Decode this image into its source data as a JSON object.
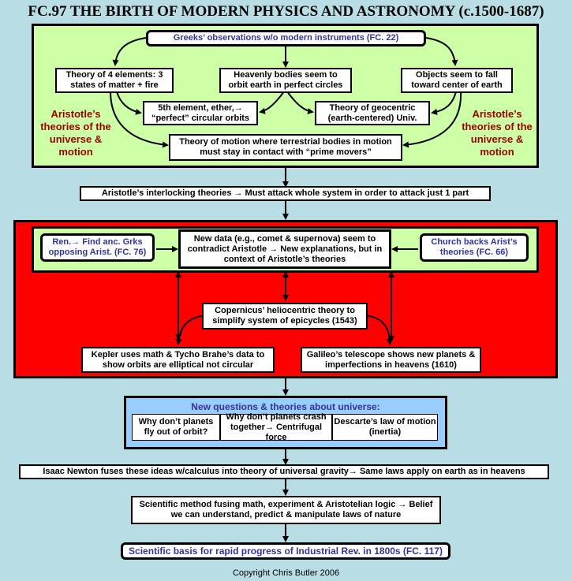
{
  "title": "FC.97 THE BIRTH OF MODERN PHYSICS AND ASTRONOMY (c.1500-1687)",
  "top_section": {
    "greeks": "Greeks’ observations w/o modern instruments (FC. 22)",
    "four_elements": "Theory of 4 elements: 3 states of matter + fire",
    "heavenly_bodies": "Heavenly bodies seem to orbit earth in perfect circles",
    "objects_fall": "Objects seem to fall toward center of earth",
    "ether": "5th element, ether,→ “perfect” circular orbits",
    "geocentric": "Theory of geocentric (earth-centered) Univ.",
    "motion": "Theory of motion where terrestrial bodies in motion must stay in contact with “prime movers”",
    "left_label": "Aristotle’s theories of the universe & motion",
    "right_label": "Aristotle’s theories of the universe & motion"
  },
  "interlocking": "Aristotle’s interlocking theories → Must attack whole system in order to attack just 1 part",
  "red_section": {
    "renaissance": "Ren.→ Find anc. Grks opposing Arist. (FC. 76)",
    "new_data": "New data (e.g., comet & supernova) seem to contradict Aristotle → New explanations, but in context of Aristotle’s theories",
    "church": "Church backs Arist’s theories (FC. 66)",
    "copernicus": "Copernicus’ heliocentric theory to simplify system of epicycles (1543)",
    "kepler": "Kepler uses math & Tycho Brahe’s data to show orbits are elliptical not circular",
    "galileo": "Galileo’s telescope shows new planets & imperfections in heavens (1610)"
  },
  "questions": {
    "title": "New questions & theories about universe:",
    "q1": "Why don’t planets fly out of orbit?",
    "q2": "Why don’t planets crash together→ Centrifugal force",
    "q3": "Descarte’s law of motion (inertia)"
  },
  "newton": "Isaac Newton fuses these ideas w/calculus into theory of universal gravity→ Same laws apply on earth as in heavens",
  "scientific_method": "Scientific method fusing math, experiment & Aristotelian logic → Belief we can understand, predict & manipulate laws of nature",
  "industrial": "Scientific basis for rapid progress of Industrial Rev. in 1800s (FC. 117)",
  "copyright": "Copyright Chris Butler 2006",
  "colors": {
    "background": "#b9dde4",
    "green_panel": "#ccffa6",
    "red_panel": "#ff0000",
    "blue_panel": "#99ccff",
    "navy_text": "#333399",
    "label_text": "#990000"
  }
}
